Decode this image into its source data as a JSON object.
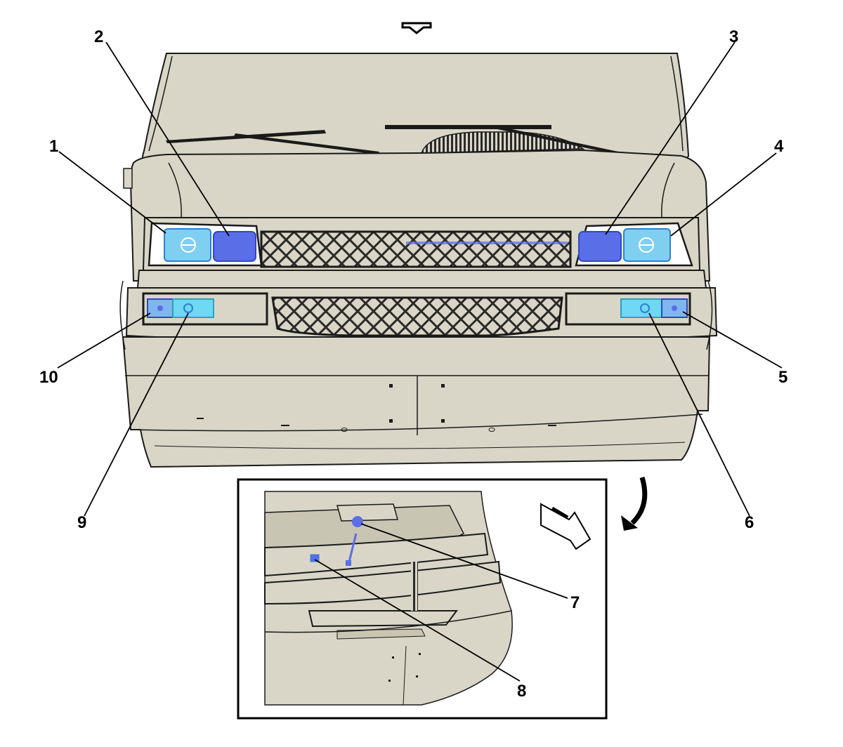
{
  "diagram": {
    "colors": {
      "body": "#d9d6c7",
      "body_shadow": "#c9c5b3",
      "outline": "#1a1a1a",
      "highlight_light": "#7fd0f0",
      "highlight_dark": "#5a6ee8",
      "highlight_cyan": "#6fd8f2",
      "background": "#ffffff"
    },
    "callouts": [
      {
        "id": "1",
        "label": "1"
      },
      {
        "id": "2",
        "label": "2"
      },
      {
        "id": "3",
        "label": "3"
      },
      {
        "id": "4",
        "label": "4"
      },
      {
        "id": "5",
        "label": "5"
      },
      {
        "id": "6",
        "label": "6"
      },
      {
        "id": "7",
        "label": "7"
      },
      {
        "id": "8",
        "label": "8"
      },
      {
        "id": "9",
        "label": "9"
      },
      {
        "id": "10",
        "label": "10"
      }
    ],
    "icons": {
      "view_direction": "view-direction-arrow-icon",
      "detail_arrow": "curved-detail-arrow-icon",
      "inset_orientation": "inset-orientation-arrow-icon"
    }
  }
}
